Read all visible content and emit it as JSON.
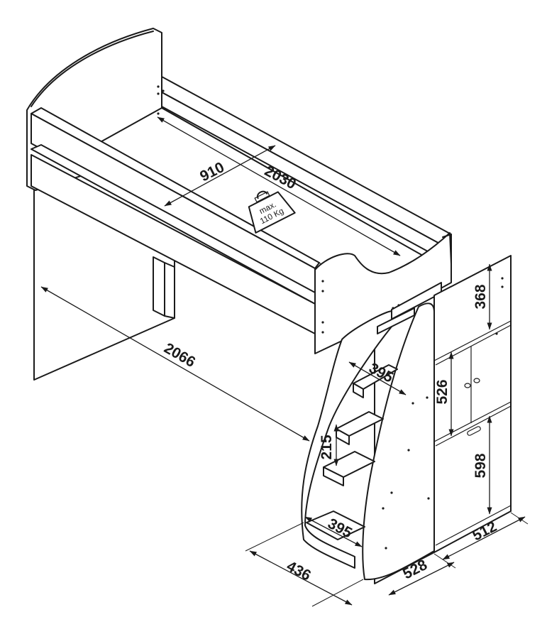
{
  "dimensions": {
    "mattress_width": "910",
    "mattress_length": "2030",
    "overall_length": "2066",
    "step_depth_top": "395",
    "step_height": "215",
    "step_depth_bottom": "395",
    "stair_width": "436",
    "stair_depth": "528",
    "cabinet_depth": "512",
    "top_compartment_height": "368",
    "upper_door_height": "526",
    "lower_door_height": "598"
  },
  "weight_label": {
    "line1": "max.",
    "line2": "110 Kg"
  },
  "colors": {
    "line": "#1a1a1a",
    "background": "#ffffff"
  }
}
